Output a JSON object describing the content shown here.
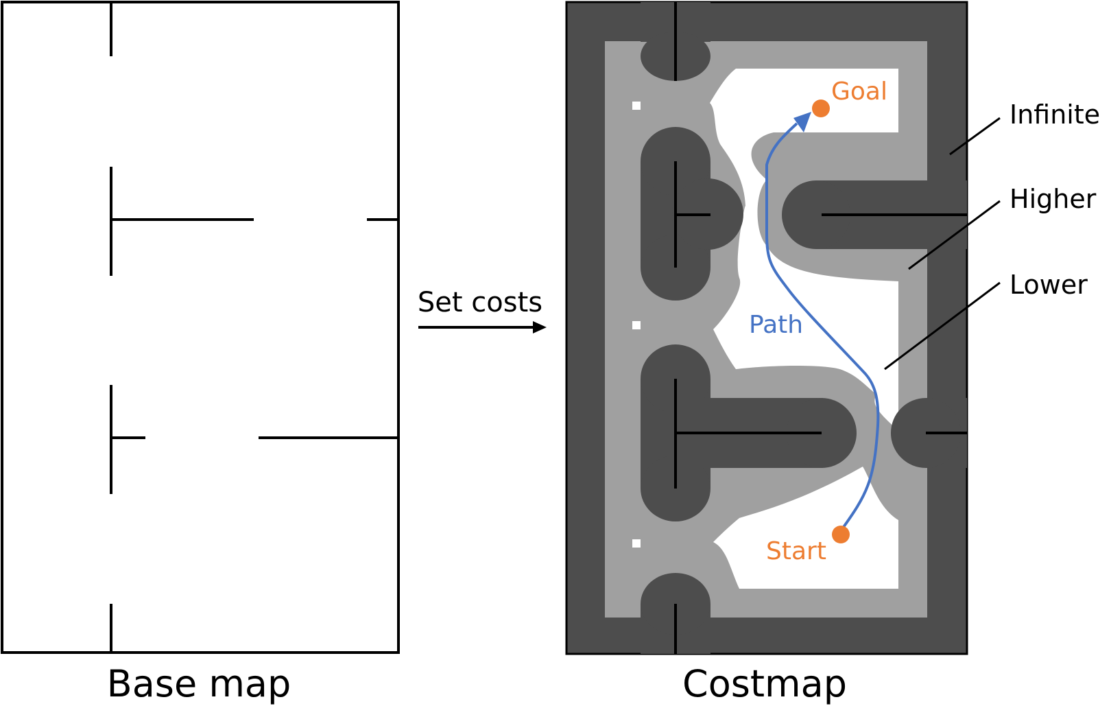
{
  "base_map": {
    "caption": "Base map"
  },
  "transition": {
    "label": "Set costs"
  },
  "costmap": {
    "caption": "Costmap",
    "goal_label": "Goal",
    "start_label": "Start",
    "path_label": "Path"
  },
  "legend": {
    "infinite": "Infinite",
    "higher": "Higher",
    "lower": "Lower"
  },
  "colors": {
    "infinite": "#4d4d4d",
    "higher": "#a0a0a0",
    "lower": "#ffffff",
    "wall": "#000000",
    "path": "#4472c4",
    "marker": "#ed7d31"
  }
}
